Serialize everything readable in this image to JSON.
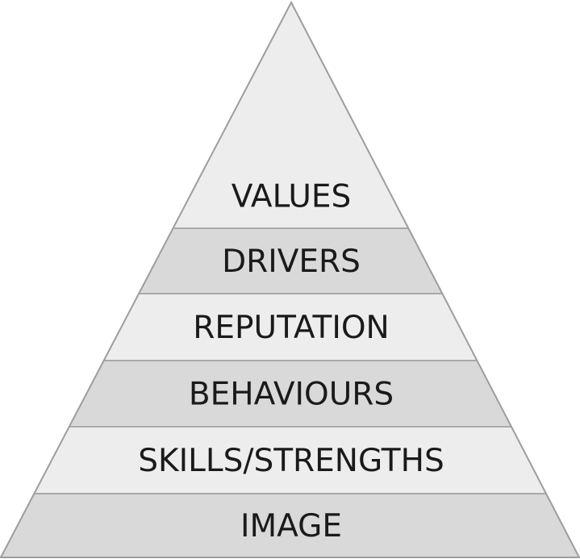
{
  "diagram": {
    "type": "pyramid",
    "colors": {
      "light_band": "#ededed",
      "dark_band": "#d9d9d9",
      "outline": "#9d9d9d",
      "divider": "#a9a9a9",
      "text": "#1a1a1a"
    },
    "levels": [
      {
        "label": "VALUES",
        "shade": "light"
      },
      {
        "label": "DRIVERS",
        "shade": "dark"
      },
      {
        "label": "REPUTATION",
        "shade": "light"
      },
      {
        "label": "BEHAVIOURS",
        "shade": "dark"
      },
      {
        "label": "SKILLS/STRENGTHS",
        "shade": "light"
      },
      {
        "label": "IMAGE",
        "shade": "dark"
      }
    ]
  }
}
